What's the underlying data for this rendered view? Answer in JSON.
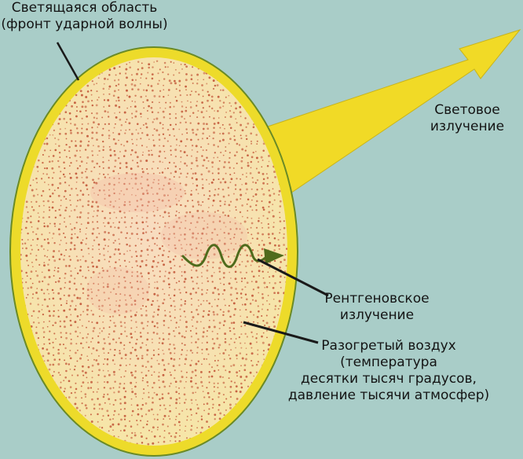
{
  "labels": {
    "glowing_region": [
      "Светящаяся область",
      "(фронт ударной волны)"
    ],
    "light_radiation": [
      "Световое",
      "излучение"
    ],
    "xray": [
      "Рентгеновское",
      "излучение"
    ],
    "heated_air": [
      "Разогретый воздух",
      "(температура",
      "десятки тысяч градусов,",
      "давление тысячи атмосфер)"
    ]
  },
  "colors": {
    "background": "#a9cdc8",
    "fireball_fill": "#f6dfae",
    "fireball_rim": "#eddb2a",
    "rim_outline": "#6a8a26",
    "dots": "#c2583a",
    "beam": "#f1da26",
    "xray_wave": "#4f6b1c",
    "leader": "#1a1a1a"
  }
}
